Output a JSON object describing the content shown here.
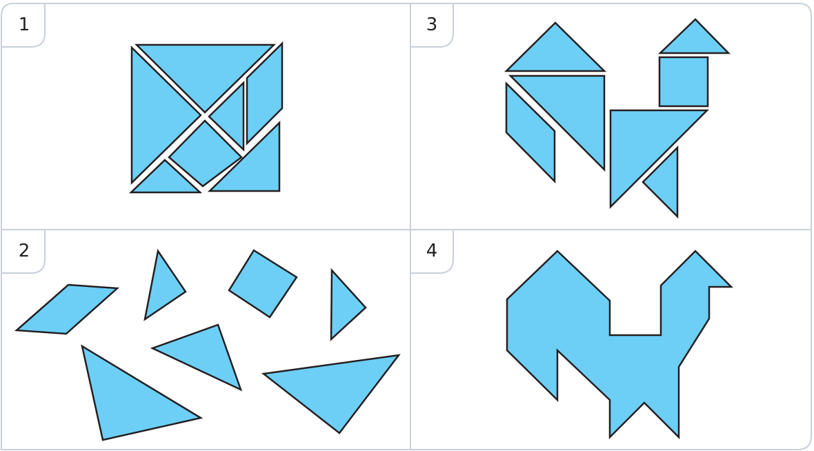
{
  "colors": {
    "piece_fill": "#6dcff6",
    "piece_stroke": "#231f20",
    "frame_line": "#c8d0da",
    "background": "#ffffff"
  },
  "panels": [
    {
      "number": "1",
      "description": "square"
    },
    {
      "number": "2",
      "description": "scattered-pieces"
    },
    {
      "number": "3",
      "description": "rooster-pieces"
    },
    {
      "number": "4",
      "description": "rooster-silhouette"
    }
  ]
}
